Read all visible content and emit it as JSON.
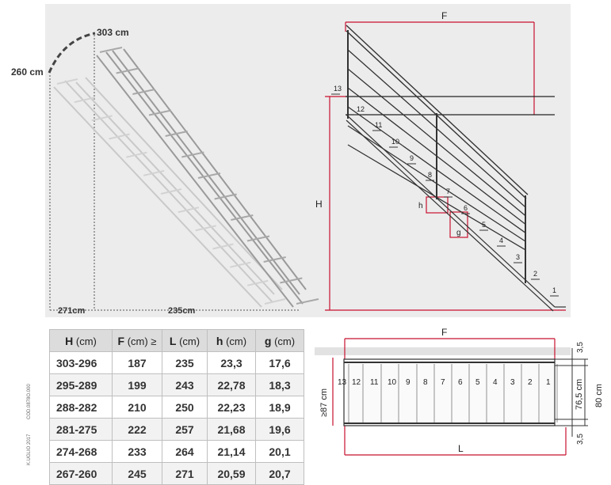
{
  "left_diagram": {
    "top_length": "303 cm",
    "side_height": "260 cm",
    "bottom_short": "271cm",
    "bottom_long": "235cm"
  },
  "right_diagram": {
    "f_label": "F",
    "h_label": "H",
    "small_h_label": "h",
    "small_g_label": "g",
    "step_numbers": [
      "13",
      "12",
      "11",
      "10",
      "9",
      "8",
      "7",
      "6",
      "5",
      "4",
      "3",
      "2",
      "1"
    ]
  },
  "plan_diagram": {
    "f_label": "F",
    "l_label": "L",
    "min_width": "≥87 cm",
    "dim_top": "3,5",
    "dim_inner": "76,5 cm",
    "dim_outer": "80 cm",
    "dim_bottom": "3,5",
    "step_numbers": [
      "13",
      "12",
      "11",
      "10",
      "9",
      "8",
      "7",
      "6",
      "5",
      "4",
      "3",
      "2",
      "1"
    ]
  },
  "spec_table": {
    "headers": [
      {
        "var": "H",
        "unit": " (cm)"
      },
      {
        "var": "F",
        "unit": " (cm) ≥"
      },
      {
        "var": "L",
        "unit": " (cm)"
      },
      {
        "var": "h",
        "unit": " (cm)"
      },
      {
        "var": "g",
        "unit": " (cm)"
      }
    ],
    "rows": [
      [
        "303-296",
        "187",
        "235",
        "23,3",
        "17,6"
      ],
      [
        "295-289",
        "199",
        "243",
        "22,78",
        "18,3"
      ],
      [
        "288-282",
        "210",
        "250",
        "22,23",
        "18,9"
      ],
      [
        "281-275",
        "222",
        "257",
        "21,68",
        "19,6"
      ],
      [
        "274-268",
        "233",
        "264",
        "21,14",
        "20,1"
      ],
      [
        "267-260",
        "245",
        "271",
        "20,59",
        "20,7"
      ]
    ]
  },
  "side_codes": [
    "K.UGLIO 2017",
    "COD.0878O.000"
  ],
  "colors": {
    "dimension_red": "#c8102e",
    "panel_grey": "#ececec",
    "line": "#333333"
  }
}
